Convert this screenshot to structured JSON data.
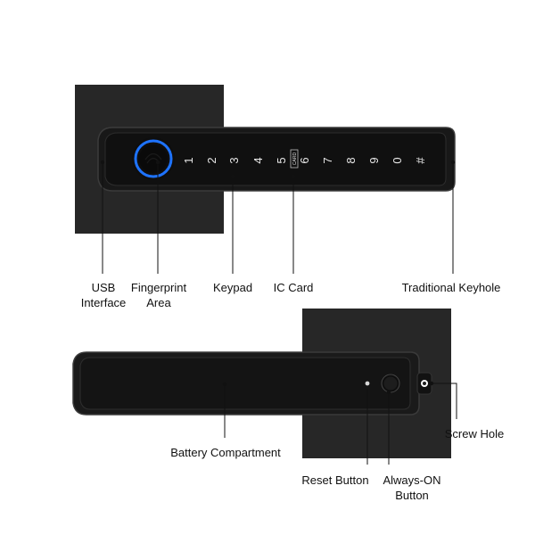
{
  "labels": {
    "usb_interface": [
      "USB",
      "Interface"
    ],
    "fingerprint_area": [
      "Fingerprint",
      "Area"
    ],
    "keypad": "Keypad",
    "ic_card": "IC Card",
    "traditional_keyhole": "Traditional Keyhole",
    "battery_compartment": "Battery Compartment",
    "screw_hole": "Screw Hole",
    "reset_button": "Reset Button",
    "always_on_button": [
      "Always-ON",
      "Button"
    ]
  },
  "keypad_keys": [
    "1",
    "2",
    "3",
    "4",
    "5",
    "6",
    "7",
    "8",
    "9",
    "0",
    "#"
  ],
  "card_marker": "CARD",
  "colors": {
    "lock_body": "#1f1f1f",
    "panel": "#121212",
    "rosette": "#272727",
    "fingerprint_ring": "#1e73ff",
    "callout_line": "#111111"
  },
  "icons": {
    "fingerprint_sensor": "fingerprint-icon",
    "always_on_button": "round-button-icon"
  }
}
